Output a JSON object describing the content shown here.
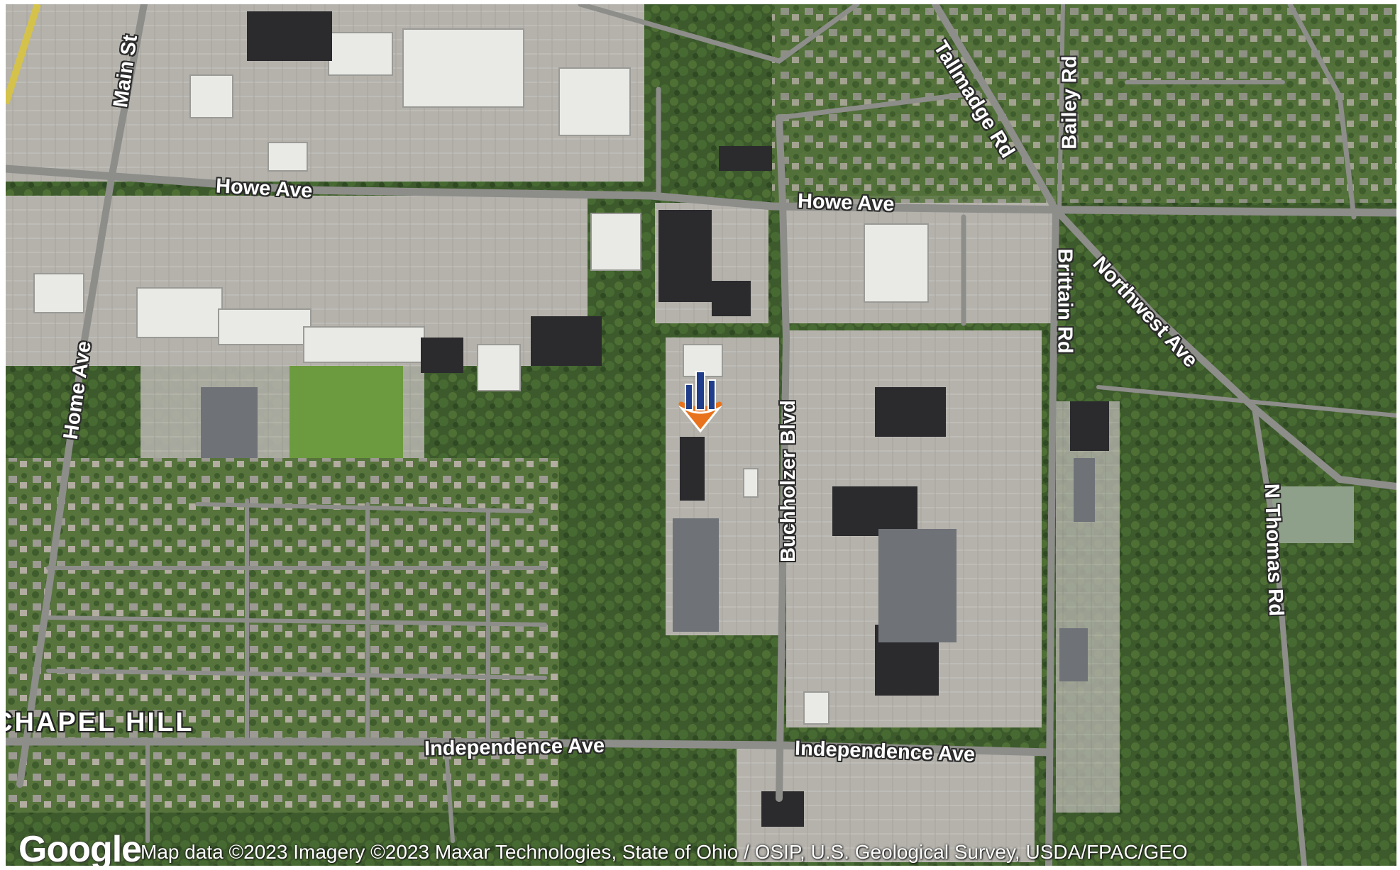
{
  "map": {
    "type": "satellite",
    "provider_logo": "Google",
    "attribution": "Map data ©2023 Imagery ©2023 Maxar Technologies, State of Ohio / OSIP, U.S. Geological Survey, USDA/FPAC/GEO",
    "marker_icon": "building-location-pin-icon",
    "marker_colors": {
      "building": "#1f3d8a",
      "ring": "#e8731c"
    },
    "road_labels": {
      "main_st": "Main St",
      "howe_ave_west": "Howe Ave",
      "howe_ave_east": "Howe Ave",
      "home_ave": "Home Ave",
      "tallmadge_rd": "Tallmadge Rd",
      "bailey_rd": "Bailey Rd",
      "brittain_rd": "Brittain Rd",
      "northwest_ave": "Northwest Ave",
      "buchholzer_blvd": "Buchholzer Blvd",
      "n_thomas_rd": "N Thomas Rd",
      "independence_ave_west": "Independence Ave",
      "independence_ave_east": "Independence Ave"
    },
    "area_labels": {
      "chapel_hill": "CHAPEL HILL"
    }
  }
}
